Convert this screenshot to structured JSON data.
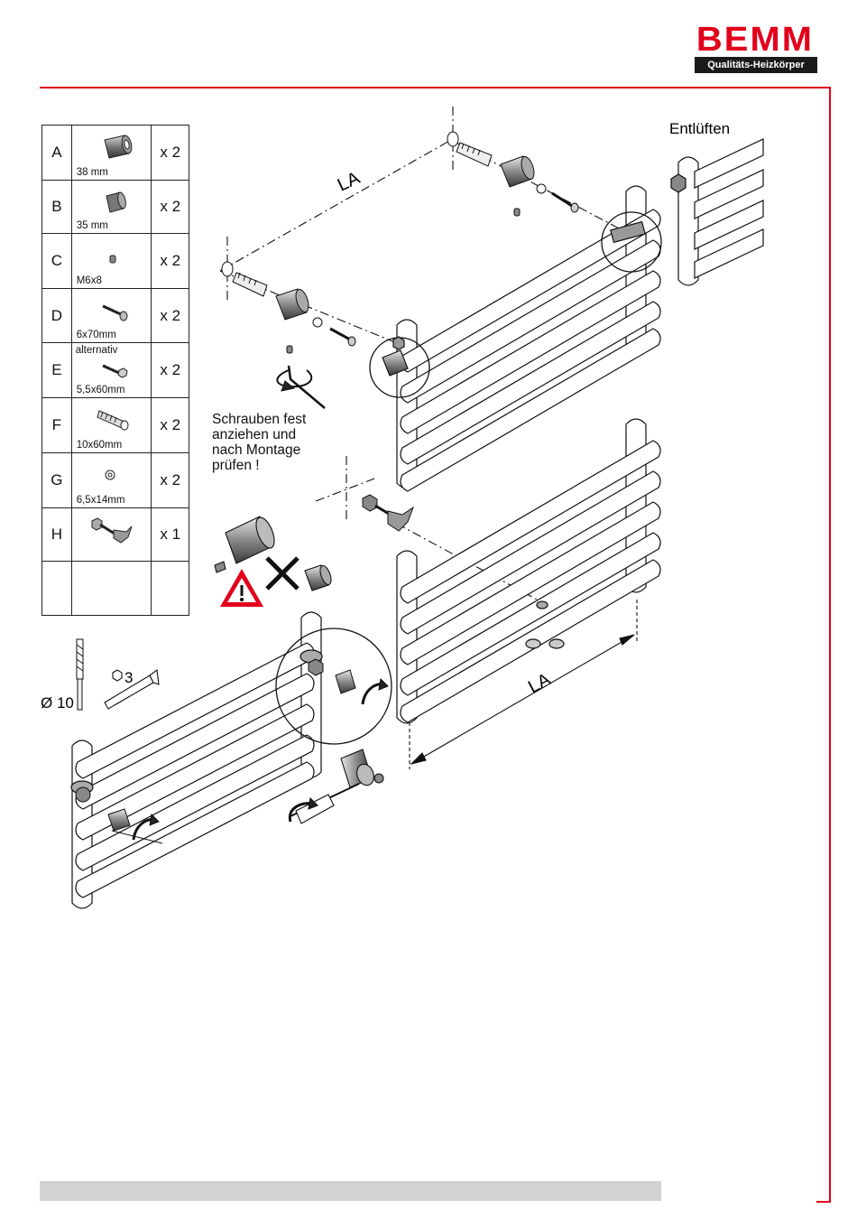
{
  "brand": {
    "name": "BEMM",
    "tagline": "Qualitäts-Heizkörper"
  },
  "parts": [
    {
      "letter": "A",
      "size": "38 mm",
      "qty": "x 2",
      "icon": "spacer-sleeve-icon"
    },
    {
      "letter": "B",
      "size": "35 mm",
      "qty": "x 2",
      "icon": "short-spacer-icon"
    },
    {
      "letter": "C",
      "size": "M6x8",
      "qty": "x 2",
      "icon": "grub-screw-icon"
    },
    {
      "letter": "D",
      "size": "6x70mm",
      "qty": "x 2",
      "icon": "wood-screw-icon"
    },
    {
      "letter": "E",
      "note": "alternativ",
      "size": "5,5x60mm",
      "qty": "x 2",
      "icon": "hex-screw-icon"
    },
    {
      "letter": "F",
      "size": "10x60mm",
      "qty": "x 2",
      "icon": "wall-plug-icon"
    },
    {
      "letter": "G",
      "size": "6,5x14mm",
      "qty": "x 2",
      "icon": "washer-icon"
    },
    {
      "letter": "H",
      "size": "",
      "qty": "x 1",
      "icon": "bracket-claw-icon"
    }
  ],
  "labels": {
    "vent": "Entlüften",
    "la_top": "LA",
    "la_bottom": "LA",
    "instruction_lines": [
      "Schrauben fest",
      "anziehen und",
      "nach Montage",
      "prüfen !"
    ],
    "hex_key": "3",
    "drill": "Ø 10"
  },
  "colors": {
    "brand_red": "#e2001a",
    "line": "#1a1a1a",
    "part_grey": "#8c8c8c",
    "footer_grey": "#d2d2d2"
  }
}
